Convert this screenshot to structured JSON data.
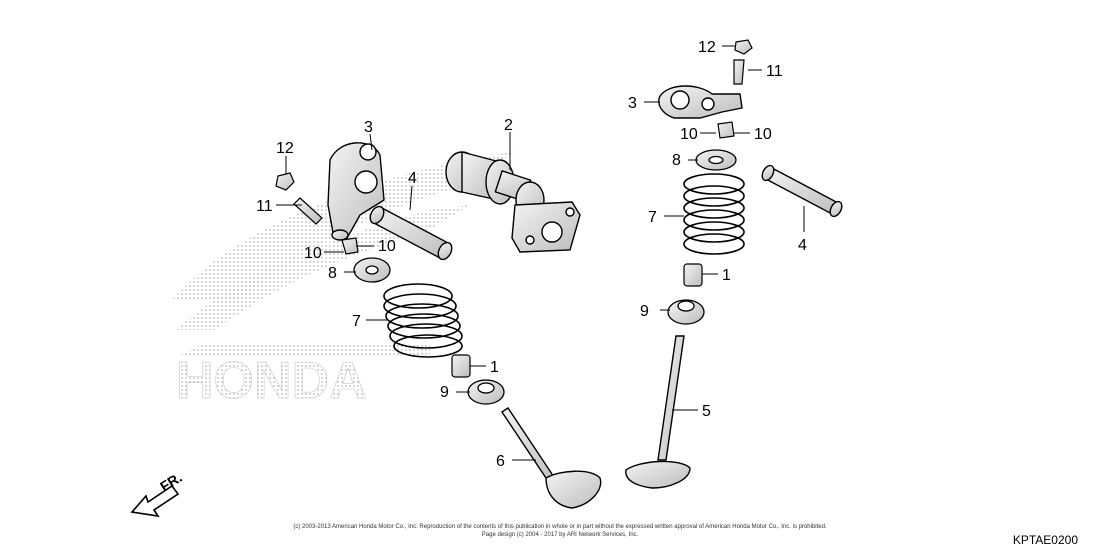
{
  "parts_diagram": {
    "callouts_left": [
      "3",
      "2",
      "12",
      "4",
      "11",
      "10",
      "10",
      "8",
      "7",
      "1",
      "9",
      "6"
    ],
    "callouts_right": [
      "12",
      "11",
      "3",
      "10",
      "10",
      "8",
      "7",
      "4",
      "1",
      "9",
      "5"
    ],
    "direction_label": "FR.",
    "watermark": "HONDA",
    "copyright_line1": "(c) 2003-2013 American Honda Motor Co., Inc. Reproduction of the contents of this publication in whole or in part without the expressed written approval of American Honda Motor Co., Inc. is prohibited.",
    "copyright_line2": "Page design (c) 2004 - 2017 by ARI Network Services, Inc.",
    "diagram_code": "KPTAE0200"
  }
}
